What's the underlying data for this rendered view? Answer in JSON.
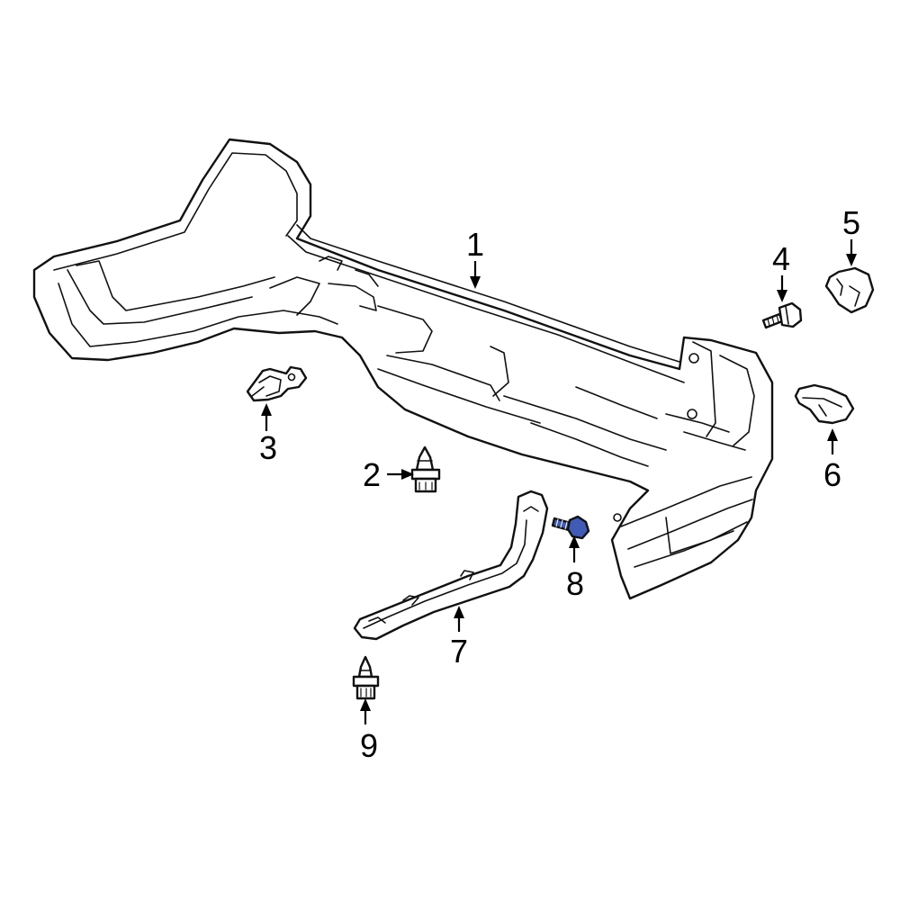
{
  "callouts": {
    "c1": "1",
    "c2": "2",
    "c3": "3",
    "c4": "4",
    "c5": "5",
    "c6": "6",
    "c7": "7",
    "c8": "8",
    "c9": "9"
  },
  "colors": {
    "highlight": "#3f5bb5",
    "outline": "#111111"
  }
}
